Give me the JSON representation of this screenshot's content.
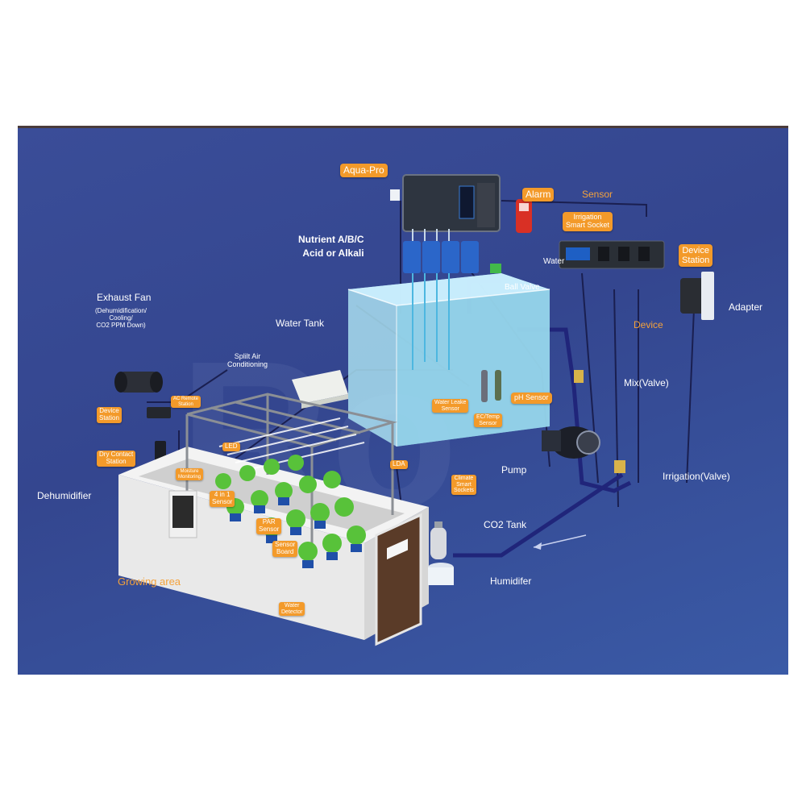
{
  "labels": {
    "aqua_pro": "Aqua-Pro",
    "alarm": "Alarm",
    "sensor": "Sensor",
    "irrigation_smart_socket": "Irrigation\nSmart Socket",
    "nutrient": "Nutrient A/B/C\nAcid or Alkali",
    "water": "Water",
    "ball_valve": "Ball Valve",
    "device_station_top": "Device\nStation",
    "adapter": "Adapter",
    "device": "Device",
    "water_tank": "Water Tank",
    "exhaust_fan": "Exhaust Fan",
    "exhaust_fan_note": "(Dehumidification/\nCooling/\nCO2 PPM Down)",
    "split_air": "Splilt Air\nConditioning",
    "mix_valve": "Mix(Valve)",
    "water_leak_sensor": "Water Leake\nSensor",
    "ec_temp_sensor": "EC/Temp\nSensor",
    "ph_sensor": "pH Sensor",
    "device_station_left": "Device\nStation",
    "ac_remote_station": "AC Remote\nStation",
    "led": "LED",
    "dry_contact_station": "Dry Contact\nStation",
    "pump": "Pump",
    "irrigation_valve": "Irrigation(Valve)",
    "lda": "LDA",
    "humidity_monitoring": "Moisture\nMonitoring",
    "climate_smart_sockets": "Climate\nSmart\nSockets",
    "four_in_one_sensor": "4 in 1\nSensor",
    "dehumidifier": "Dehumidifier",
    "co2_tank": "CO2 Tank",
    "par_sensor": "PAR\nSensor",
    "sensor_board": "Sensor\nBoard",
    "humidifer": "Humidifer",
    "growing_area": "Growing area",
    "water_detector": "Water\nDetector"
  },
  "colors": {
    "tag_orange": "#f39a2a",
    "background": "#36488f",
    "water": "#9fdcef",
    "pipe": "#2a2f7a"
  }
}
